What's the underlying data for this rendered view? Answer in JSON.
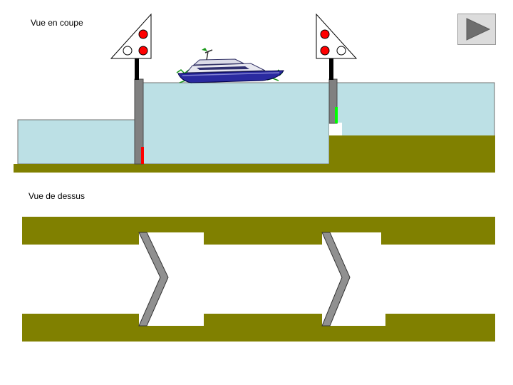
{
  "labels": {
    "section_view": "Vue en coupe",
    "top_view": "Vue de dessus"
  },
  "controls": {
    "play_icon": "play-triangle-icon"
  },
  "colors": {
    "water": "#bce0e5",
    "ground": "#808000",
    "gate": "#808080",
    "signal_red": "#ff0000",
    "indicator_red": "#ff0000",
    "indicator_green": "#00ff00",
    "boat_hull": "#2a2aa0",
    "pole": "#000000"
  },
  "signals": {
    "left": {
      "top_light": "red",
      "bottom_left_light": "off",
      "bottom_right_light": "red"
    },
    "right": {
      "top_light": "red",
      "bottom_left_light": "red",
      "bottom_right_light": "off"
    }
  },
  "gate_indicators": {
    "left_gate": "red",
    "right_gate": "green"
  }
}
